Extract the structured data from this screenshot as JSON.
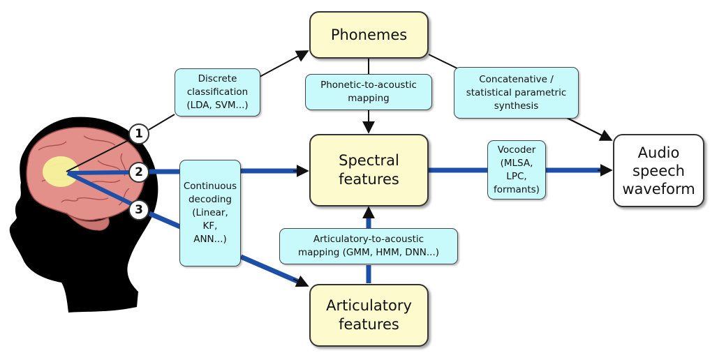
{
  "nodes": {
    "phonemes": "Phonemes",
    "spectral": "Spectral\nfeatures",
    "articulatory": "Articulatory\nfeatures",
    "audio": "Audio\nspeech\nwaveform"
  },
  "edge_labels": {
    "discrete": "Discrete\nclassification\n(LDA, SVM...)",
    "phonetic_to_acoustic": "Phonetic-to-acoustic\nmapping",
    "concatenative": "Concatenative /\nstatistical parametric\nsynthesis",
    "continuous": "Continuous\ndecoding\n(Linear,\nKF,\nANN...)",
    "vocoder": "Vocoder\n(MLSA,\nLPC,\nformants)",
    "articulatory_to_acoustic": "Articulatory-to-acoustic\nmapping (GMM, HMM, DNN...)"
  },
  "paths": [
    "1",
    "2",
    "3"
  ],
  "colors": {
    "thin_line": "#111111",
    "thick_line": "#1e4fa8",
    "node_fill": "#fdfacd",
    "label_fill": "#c8f9fb",
    "brain": "#e3908a",
    "region": "#f6f49c"
  }
}
